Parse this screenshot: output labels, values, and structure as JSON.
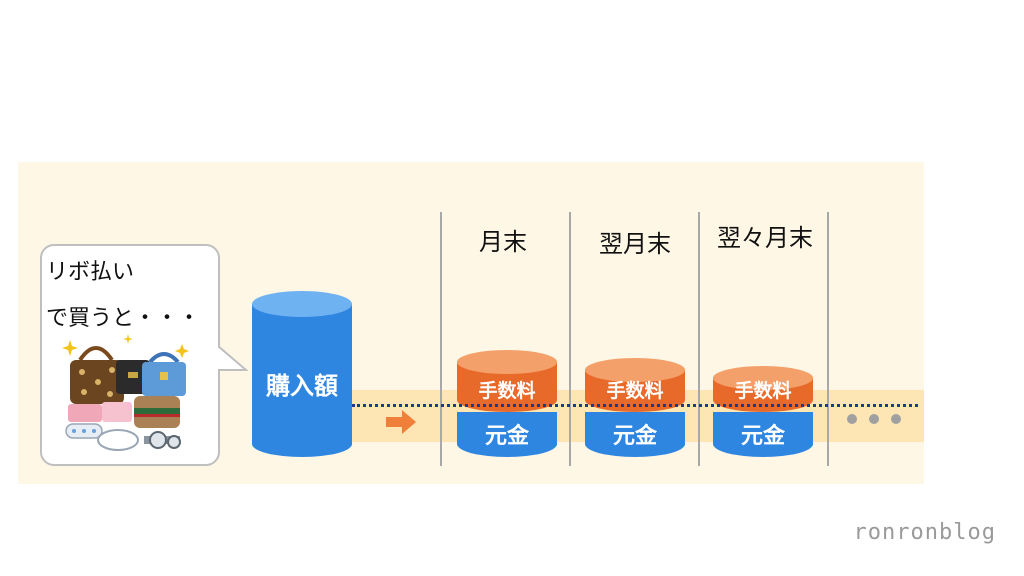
{
  "bubble": {
    "line1": "リボ払い",
    "line2": "で買うと・・・"
  },
  "purchase": {
    "label": "購入額"
  },
  "columns": [
    {
      "title": "月末",
      "fee_label": "手数料",
      "principal_label": "元金"
    },
    {
      "title": "翌月末",
      "fee_label": "手数料",
      "principal_label": "元金"
    },
    {
      "title": "翌々月末",
      "fee_label": "手数料",
      "principal_label": "元金"
    }
  ],
  "watermark": "ronronblog",
  "colors": {
    "panel_bg": "#fff7e5",
    "band": "#fde6b3",
    "principal_blue": "#2f86e0",
    "principal_top": "#6fb2f2",
    "fee_orange": "#e86a2a",
    "fee_top": "#f4a06a",
    "arrow": "#f07f3a",
    "dotted_line": "#1b3a8a"
  },
  "icons": {
    "arrow": "right-arrow-icon",
    "ellipsis": "ellipsis-icon"
  }
}
